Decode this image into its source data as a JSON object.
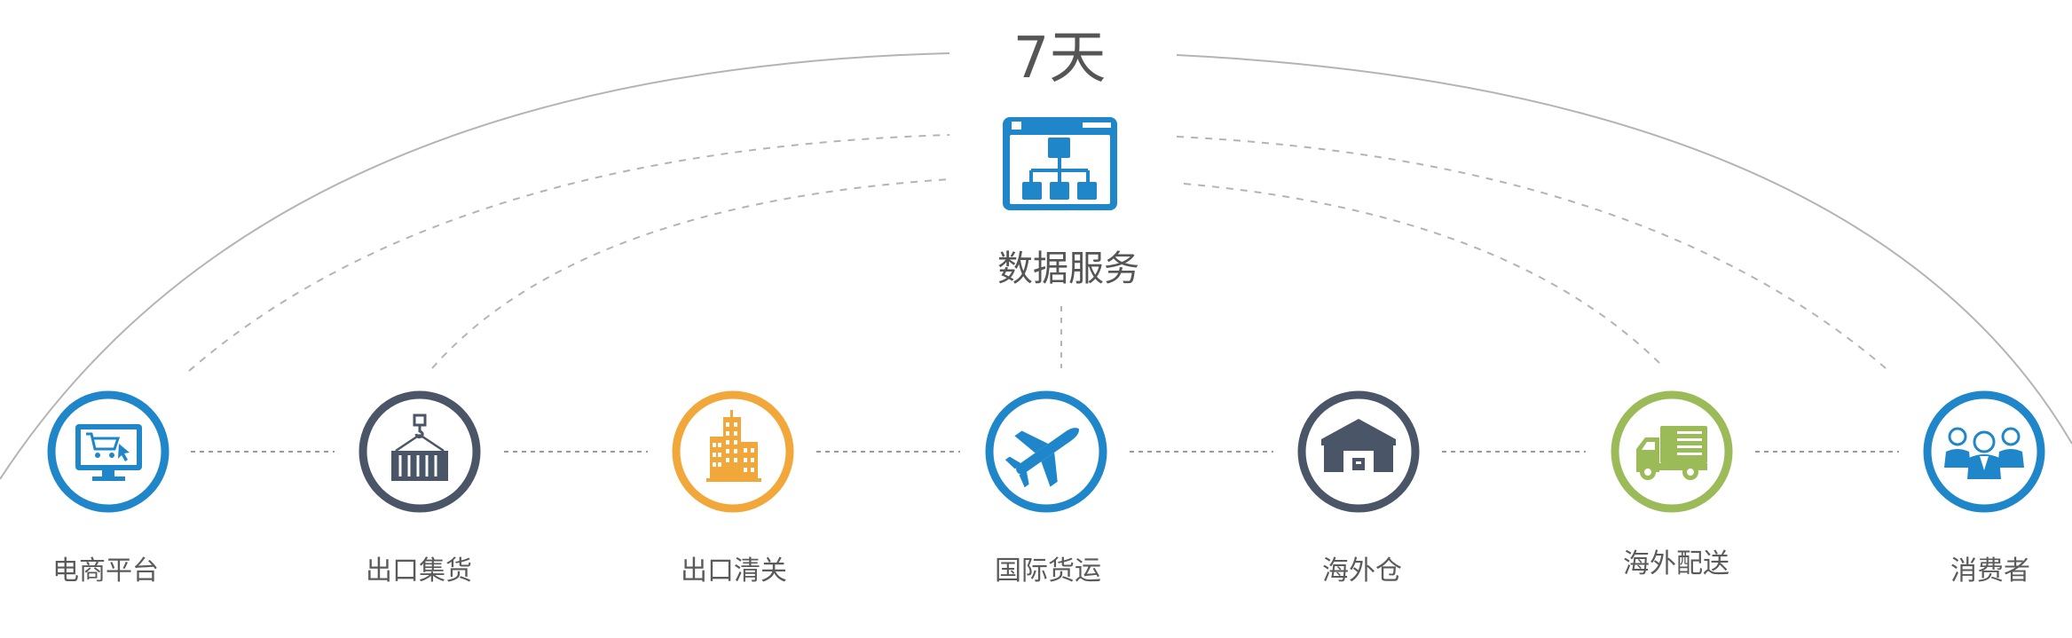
{
  "center": {
    "title": "7天",
    "label": "数据服务",
    "icon": "data-network-icon",
    "color": "#1f86c9"
  },
  "steps": [
    {
      "label": "电商平台",
      "icon": "shopping-cart-monitor-icon",
      "color": "#1f86c9"
    },
    {
      "label": "出口集货",
      "icon": "container-crane-icon",
      "color": "#4a5568"
    },
    {
      "label": "出口清关",
      "icon": "buildings-icon",
      "color": "#f2a73b"
    },
    {
      "label": "国际货运",
      "icon": "airplane-icon",
      "color": "#1f86c9"
    },
    {
      "label": "海外仓",
      "icon": "warehouse-icon",
      "color": "#4a5568"
    },
    {
      "label": "海外配送",
      "icon": "delivery-truck-icon",
      "color": "#9bbb59"
    },
    {
      "label": "消费者",
      "icon": "people-icon",
      "color": "#1f86c9"
    }
  ]
}
